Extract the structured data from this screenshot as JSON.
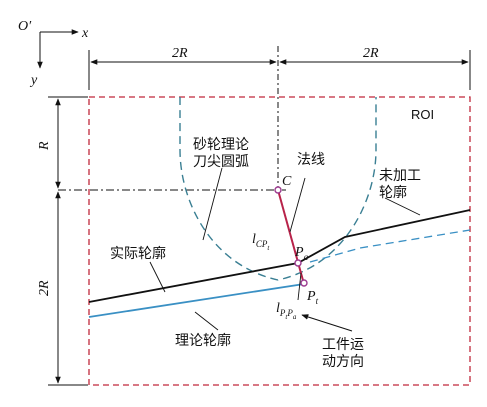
{
  "axes": {
    "origin": "O′",
    "x": "x",
    "y": "y"
  },
  "dimensions": {
    "top_left": "2R",
    "top_right": "2R",
    "left_upper": "R",
    "left_lower": "2R"
  },
  "labels": {
    "roi": "ROI",
    "wheel_arc_line1": "砂轮理论",
    "wheel_arc_line2": "刀尖圆弧",
    "normal": "法线",
    "unmachined_line1": "未加工",
    "unmachined_line2": "轮廓",
    "actual_profile": "实际轮廓",
    "theoretical_profile": "理论轮廓",
    "motion_line1": "工件运",
    "motion_line2": "动方向",
    "point_c": "C",
    "point_pa": "P",
    "point_pa_sub": "a",
    "point_pt": "P",
    "point_pt_sub": "t",
    "l_cpt": "l",
    "l_cpt_sub": "CP",
    "l_cpt_sub2": "t",
    "l_ptpa": "l",
    "l_ptpa_sub": "P",
    "l_ptpa_sub_t": "t",
    "l_ptpa_sub_p": "P",
    "l_ptpa_sub_a": "a"
  },
  "colors": {
    "roi_border": "#c0283b",
    "wheel_arc": "#3a7f93",
    "normal_line": "#b8234a",
    "actual_profile": "#111111",
    "theoretical_profile": "#3a90c4",
    "point_marker": "#9b3a8f"
  }
}
